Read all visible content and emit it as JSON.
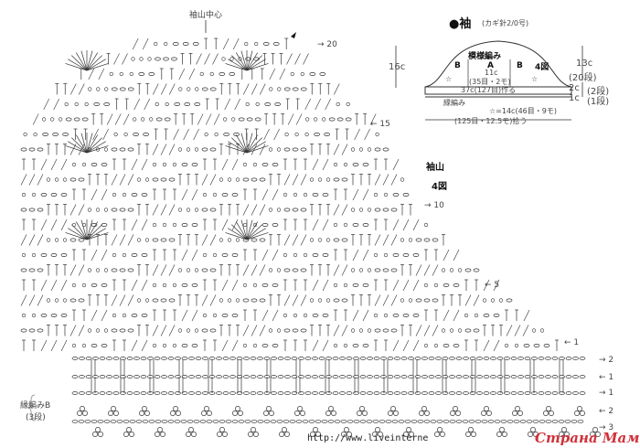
{
  "chart": {
    "center_label": "袖山中心",
    "row_markers": [
      "20",
      "15",
      "10",
      "5",
      "1"
    ],
    "band_markers": [
      "2",
      "1",
      "1",
      "2",
      "3"
    ],
    "title": "袖山",
    "figure_ref": "4図",
    "edging_label": "縁編みB",
    "edging_rows": "(3段)"
  },
  "schematic": {
    "title": "●袖",
    "hook": "(カギ針2/0号)",
    "pattern_label": "模様編み",
    "section_b": "B",
    "section_a": "A",
    "figure_ref": "4図",
    "a_width": "11c",
    "a_stitches": "(35目・2モ)",
    "star": "☆",
    "base": "37c(127目)作る",
    "edging": "縁編み",
    "star_def": "☆=14c(46目・9モ)",
    "pickup": "(125目・12.5モ)拾う",
    "height_left": "16c",
    "h1": "13c",
    "h1_rows": "(20段)",
    "h2": "2c",
    "h2_rows": "(2段)",
    "h3": "1c",
    "h3_rows": "(1段)"
  },
  "watermark": {
    "url": "http://www.liveinterne",
    "brand": "Страна Мам"
  }
}
